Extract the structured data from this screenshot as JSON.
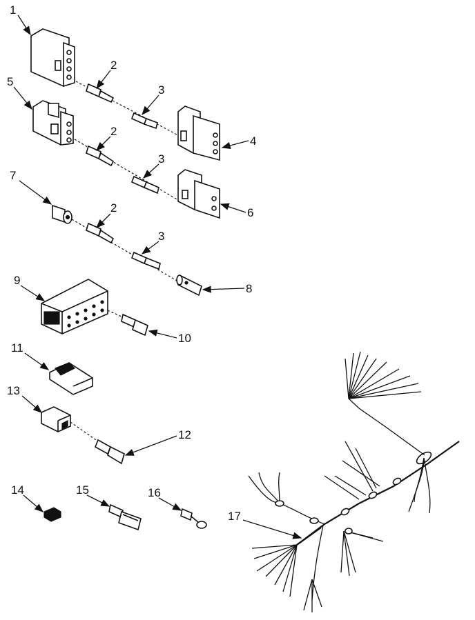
{
  "callouts": {
    "c1": "1",
    "c2a": "2",
    "c2b": "2",
    "c2c": "2",
    "c3a": "3",
    "c3b": "3",
    "c3c": "3",
    "c4": "4",
    "c5": "5",
    "c6": "6",
    "c7": "7",
    "c8": "8",
    "c9": "9",
    "c10": "10",
    "c11": "11",
    "c12": "12",
    "c13": "13",
    "c14": "14",
    "c15": "15",
    "c16": "16",
    "c17": "17"
  }
}
